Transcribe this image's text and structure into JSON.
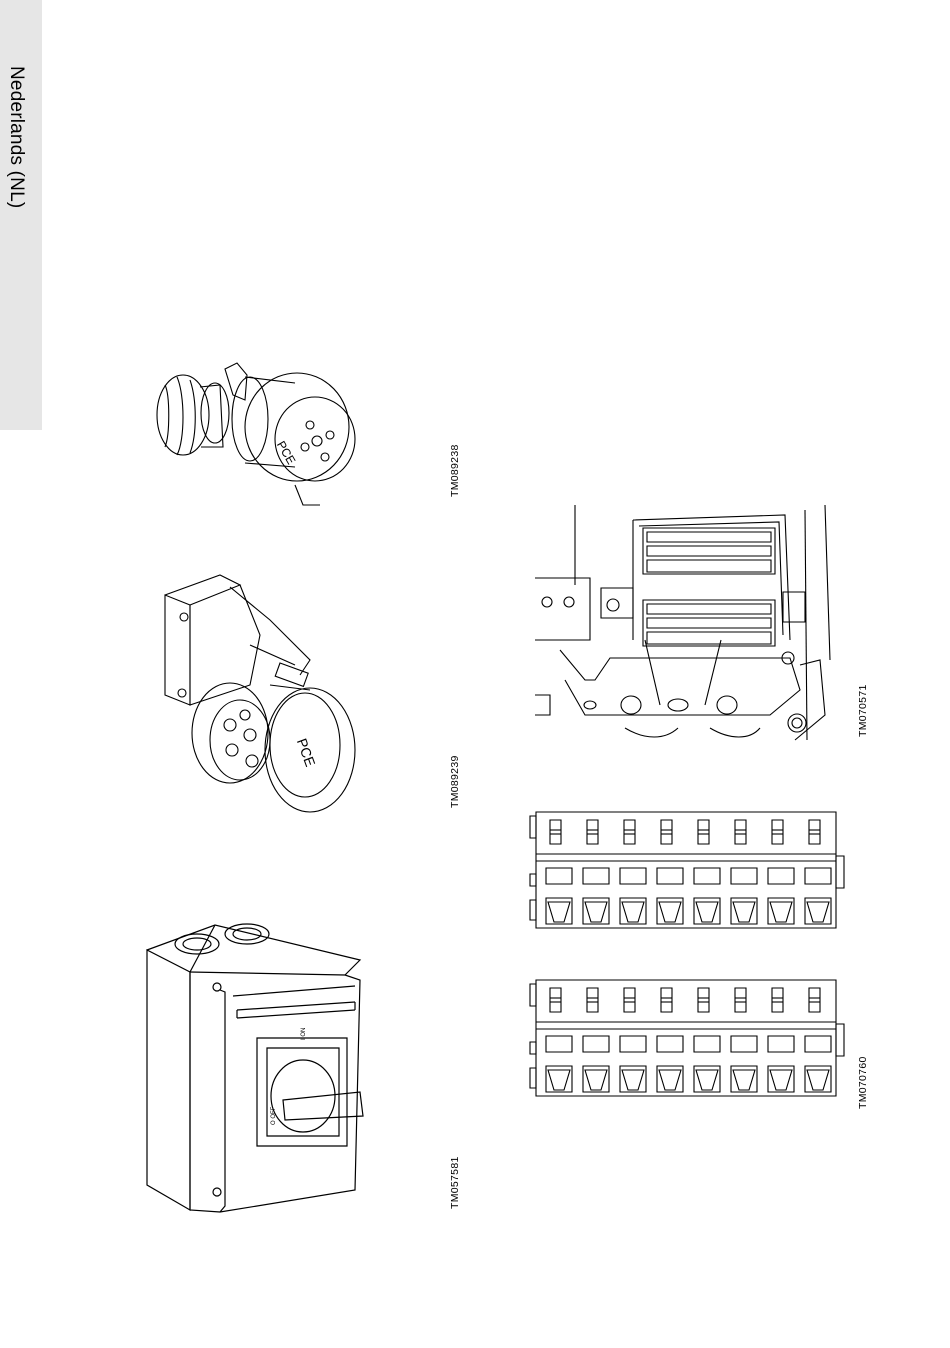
{
  "sidebar": {
    "language_label": "Nederlands (NL)"
  },
  "figures": [
    {
      "id": "plug",
      "code": "TM089238"
    },
    {
      "id": "socket",
      "code": "TM089239"
    },
    {
      "id": "isolator-switch",
      "code": "TM057581"
    },
    {
      "id": "terminal-box",
      "code": "TM070571"
    },
    {
      "id": "terminal-strip",
      "code": "TM070760"
    }
  ],
  "switch_labels": {
    "on": "I ON",
    "off": "O OFF"
  },
  "brand_mark": "PCE",
  "colors": {
    "sidebar_bg": "#e6e6e6",
    "line": "#000000"
  }
}
